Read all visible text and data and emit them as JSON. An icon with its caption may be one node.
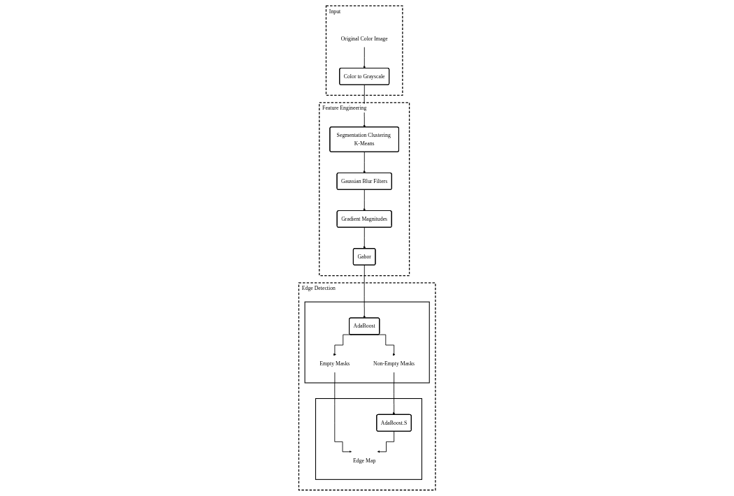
{
  "diagram": {
    "nodes": [
      {
        "text": [
          "Input"
        ]
      },
      {
        "text": [
          "Original Color Image"
        ],
        "in": 0
      },
      {
        "text": [
          "Color to Grayscale"
        ],
        "in": 0
      },
      {
        "text": [
          "Feature Engineering"
        ]
      },
      {
        "text": [
          "Segmentation Clustering K-Means"
        ],
        "in": 3
      },
      {
        "text": [
          "Gaussian Blur Filters"
        ],
        "in": 3
      },
      {
        "text": [
          "Gradient Magnitudes"
        ],
        "in": 3
      },
      {
        "text": [
          "Gabor"
        ],
        "in": 3
      },
      {
        "text": [
          "Edge Detection"
        ]
      },
      {
        "text": [],
        "shape": "box",
        "in": 8
      },
      {
        "text": [
          "AdaBoost"
        ],
        "in": 9
      },
      {
        "text": [
          "Empty Masks"
        ],
        "in": 9
      },
      {
        "text": [
          "Non-Empty Masks"
        ],
        "in": 9
      },
      {
        "text": [],
        "shape": "box",
        "in": 8
      },
      {
        "text": [
          "AdaBoost.S"
        ],
        "in": 13
      },
      {
        "text": [
          "Edge Map"
        ],
        "in": 13
      }
    ],
    "edges": [
      {
        "from": 1,
        "to": 2,
        "arrow": "to"
      },
      {
        "from": 2,
        "to": 4,
        "arrow": "to"
      },
      {
        "from": 4,
        "to": 5,
        "arrow": "to"
      },
      {
        "from": 5,
        "to": 6,
        "arrow": "to"
      },
      {
        "from": 6,
        "to": 7,
        "arrow": "to"
      },
      {
        "from": 7,
        "to": 10,
        "arrow": "to"
      },
      {
        "from": 10,
        "to": 11,
        "arrow": "to"
      },
      {
        "from": 10,
        "to": 12,
        "arrow": "to"
      },
      {
        "from": 11,
        "to": 15,
        "arrow": "to"
      },
      {
        "from": 12,
        "to": 14,
        "arrow": "to"
      },
      {
        "from": 14,
        "to": 15,
        "arrow": "to"
      }
    ]
  }
}
